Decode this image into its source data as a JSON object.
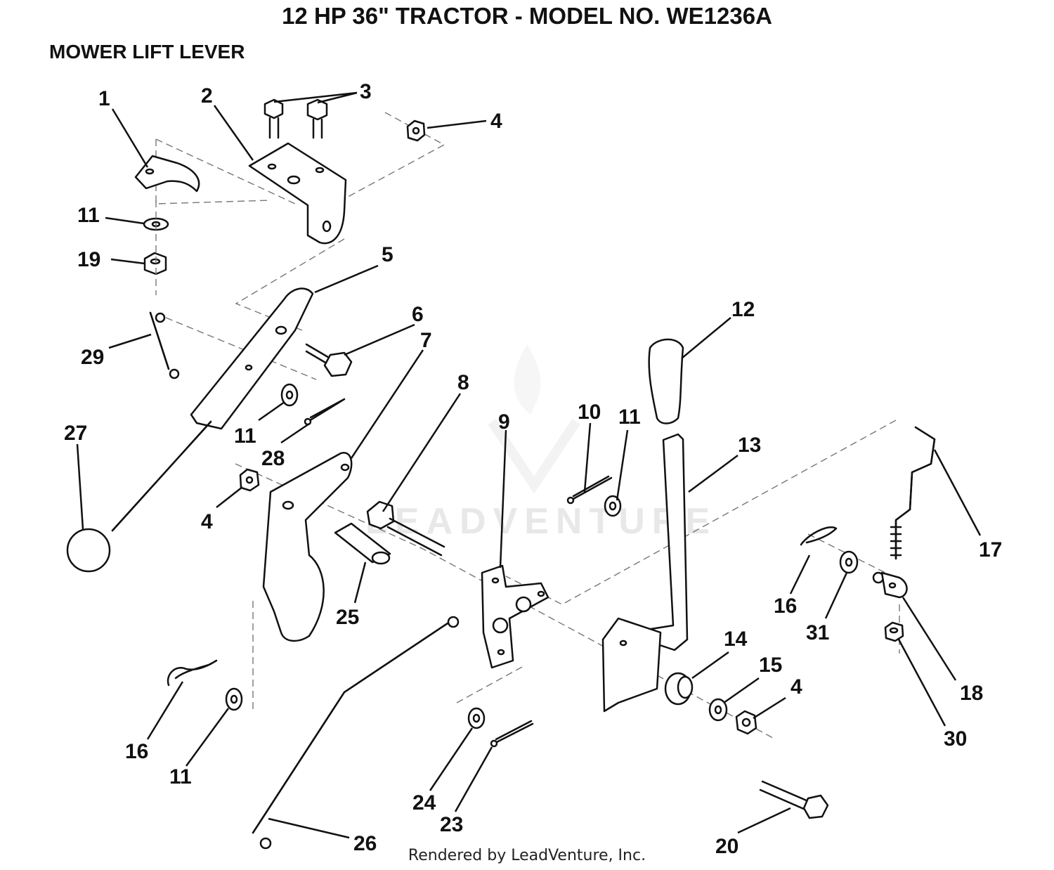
{
  "title": "12 HP 36\" TRACTOR - MODEL NO. WE1236A",
  "subtitle": "MOWER LIFT LEVER",
  "footer": "Rendered by LeadVenture, Inc.",
  "watermark": "LEADVENTURE",
  "callouts": [
    "1",
    "2",
    "3",
    "4",
    "11",
    "19",
    "5",
    "6",
    "7",
    "29",
    "12",
    "8",
    "9",
    "10",
    "11",
    "13",
    "27",
    "11",
    "28",
    "4",
    "25",
    "17",
    "16",
    "31",
    "18",
    "14",
    "15",
    "4",
    "16",
    "11",
    "30",
    "24",
    "23",
    "26",
    "20"
  ]
}
